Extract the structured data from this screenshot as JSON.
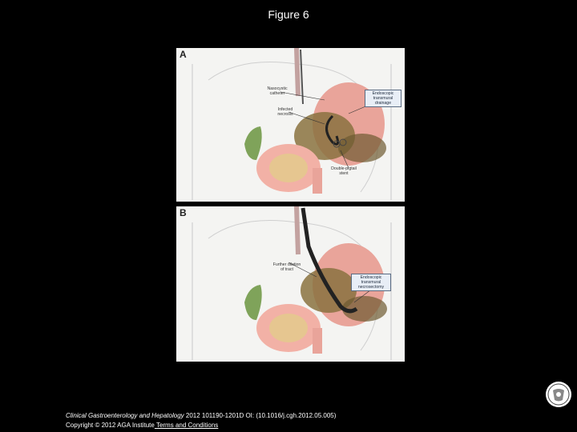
{
  "title": "Figure 6",
  "panels": [
    {
      "label": "A",
      "callouts": {
        "nasocystic": "Nasocystic catheter",
        "necrosis": "Infected necrosis",
        "drainage": "Endoscopic transmural drainage",
        "stent": "Double-pigtail stent"
      }
    },
    {
      "label": "B",
      "callouts": {
        "dilation": "Further dilation of tract",
        "necrosectomy": "Endoscopic transmural necrosectomy"
      }
    }
  ],
  "citation": {
    "journal": "Clinical Gastroenterology and Hepatology",
    "rest": " 2012 101190-1201D OI: (10.1016/j.cgh.2012.05.005)"
  },
  "copyright": {
    "text": "Copyright © 2012 AGA Institute",
    "link": " Terms and Conditions"
  },
  "colors": {
    "background": "#000000",
    "stomach": "#e9a49a",
    "gallbladder": "#7fa35a",
    "necrosis": "#8a7240",
    "pancreas": "#f2b1a6"
  }
}
